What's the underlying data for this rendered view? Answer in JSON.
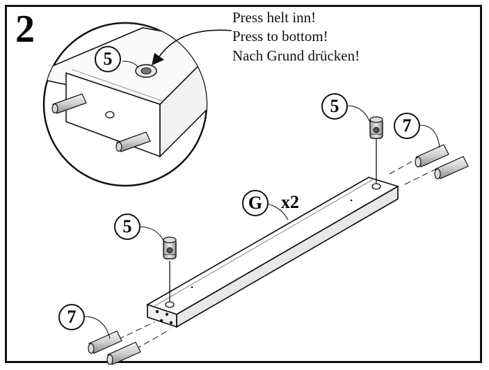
{
  "step": {
    "number": "2"
  },
  "notes": [
    "Press helt inn!",
    "Press to bottom!",
    "Nach Grund drücken!"
  ],
  "callouts": {
    "detail_cam": "5",
    "cam_right": "5",
    "cam_left": "5",
    "dowel_right": "7",
    "dowel_left": "7",
    "rail": "G"
  },
  "quantity": "x2",
  "colors": {
    "line": "#111111",
    "background": "#ffffff",
    "shade": "#cfcfcf"
  }
}
